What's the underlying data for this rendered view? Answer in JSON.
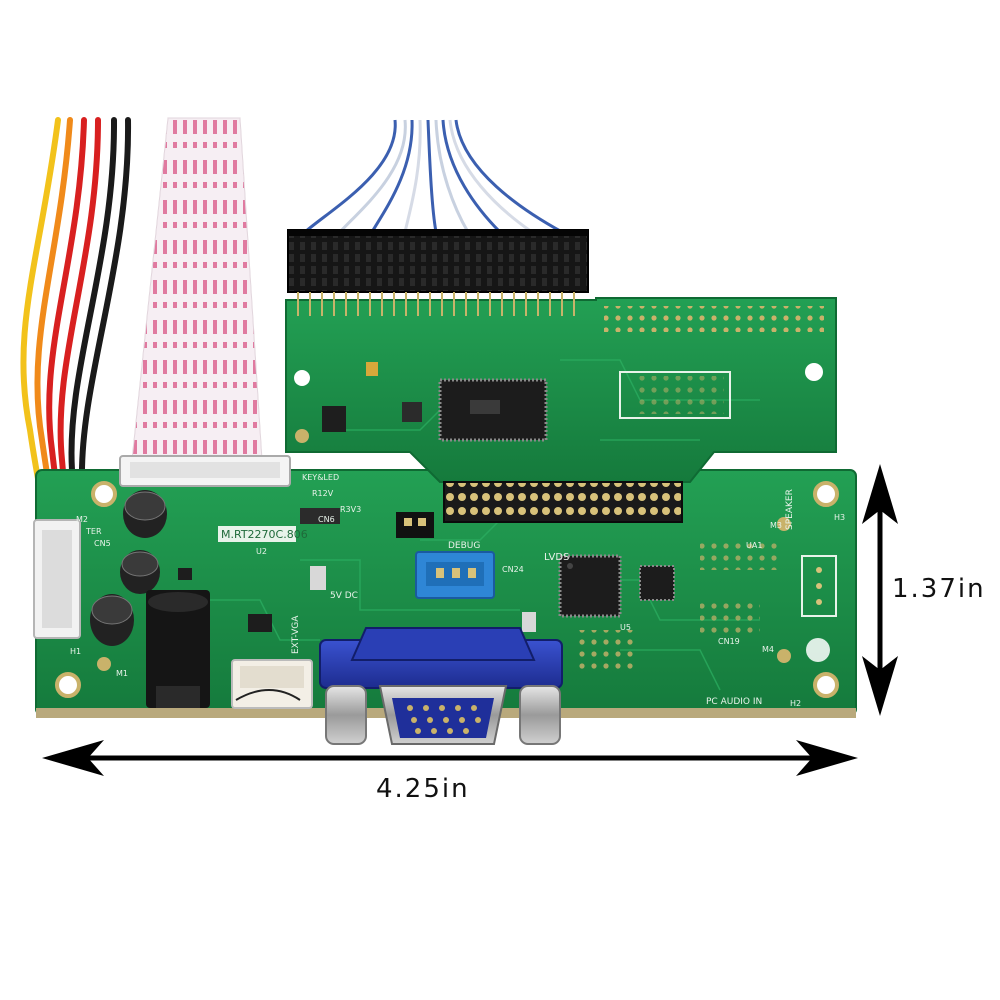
{
  "dimensions": {
    "height_label": "1.37in",
    "width_label": "4.25in"
  },
  "silkscreen": {
    "model": "M.RT2270C.806",
    "lvds": "LVDS",
    "debug": "DEBUG",
    "speaker": "SPEAKER",
    "pc_audio_in": "PC AUDIO IN",
    "ext_vga": "EXT-VGA",
    "dc_5v": "5V DC",
    "keyled": "KEY&LED",
    "r12v": "R12V",
    "r3v3": "R3V3",
    "ter": "TER",
    "cn6": "CN6",
    "cn5": "CN5",
    "u2": "U2",
    "u5": "U5",
    "ua1": "UA1",
    "cn19": "CN19",
    "cn24": "CN24",
    "m1": "M1",
    "m2": "M2",
    "m3": "M3",
    "m4": "M4",
    "h2": "H2",
    "h3": "H3",
    "h1": "H1"
  },
  "colors": {
    "pcb_green": "#1f8f4a",
    "pcb_dark": "#0f6a33",
    "vga_blue": "#2a3fb5",
    "connector_blue": "#2e86d6",
    "header_black": "#111111",
    "wire_red": "#d82020",
    "wire_yellow": "#f2c21b",
    "wire_orange": "#f08a1a",
    "ribbon_pink": "#e07aa0"
  }
}
